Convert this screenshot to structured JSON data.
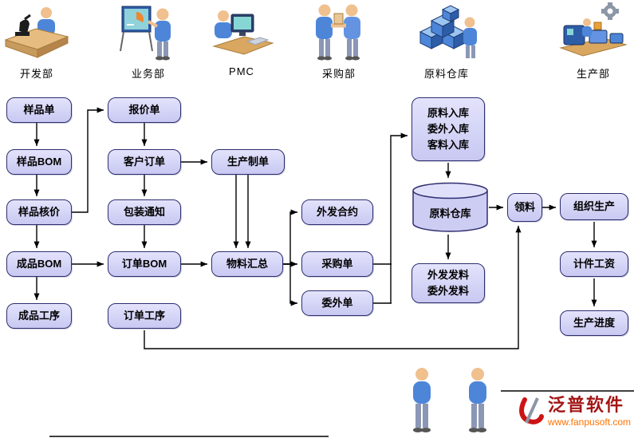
{
  "departments": [
    {
      "label": "开发部",
      "icon": "development-desk-icon"
    },
    {
      "label": "业务部",
      "icon": "business-presentation-icon"
    },
    {
      "label": "PMC",
      "icon": "pmc-computer-icon"
    },
    {
      "label": "采购部",
      "icon": "purchasing-handshake-icon"
    },
    {
      "label": "原料仓库",
      "icon": "warehouse-boxes-icon"
    },
    {
      "label": "生产部",
      "icon": "production-machines-icon"
    }
  ],
  "nodes": {
    "sample_order": "样品单",
    "quotation": "报价单",
    "inbound": "原料入库\n委外入库\n客料入库",
    "sample_bom": "样品BOM",
    "customer_order": "客户订单",
    "production_order": "生产制单",
    "sample_costing": "样品核价",
    "packing_notice": "包装通知",
    "outsource_contract": "外发合约",
    "material_warehouse": "原料仓库",
    "material_issue": "领料",
    "organize_production": "组织生产",
    "product_bom": "成品BOM",
    "order_bom": "订单BOM",
    "material_summary": "物料汇总",
    "purchase_order": "采购单",
    "piece_wage": "计件工资",
    "outsource_order": "委外单",
    "dispatch": "外发发料\n委外发料",
    "product_process": "成品工序",
    "order_process": "订单工序",
    "production_progress": "生产进度"
  },
  "edges": [
    {
      "from": "sample_order",
      "to": "sample_bom"
    },
    {
      "from": "sample_bom",
      "to": "sample_costing"
    },
    {
      "from": "sample_costing",
      "to": "quotation"
    },
    {
      "from": "sample_costing",
      "to": "product_bom"
    },
    {
      "from": "product_bom",
      "to": "product_process"
    },
    {
      "from": "product_bom",
      "to": "order_bom"
    },
    {
      "from": "quotation",
      "to": "customer_order"
    },
    {
      "from": "customer_order",
      "to": "packing_notice"
    },
    {
      "from": "customer_order",
      "to": "production_order"
    },
    {
      "from": "packing_notice",
      "to": "order_bom"
    },
    {
      "from": "order_bom",
      "to": "material_summary"
    },
    {
      "from": "production_order",
      "to": "material_summary"
    },
    {
      "from": "material_summary",
      "to": "outsource_contract"
    },
    {
      "from": "material_summary",
      "to": "purchase_order"
    },
    {
      "from": "material_summary",
      "to": "outsource_order"
    },
    {
      "from": "purchase_order",
      "to": "inbound"
    },
    {
      "from": "outsource_order",
      "to": "inbound"
    },
    {
      "from": "inbound",
      "to": "material_warehouse"
    },
    {
      "from": "material_warehouse",
      "to": "material_issue"
    },
    {
      "from": "material_issue",
      "to": "organize_production"
    },
    {
      "from": "material_warehouse",
      "to": "dispatch"
    },
    {
      "from": "organize_production",
      "to": "piece_wage"
    },
    {
      "from": "piece_wage",
      "to": "production_progress"
    },
    {
      "from": "order_process",
      "to": "material_issue"
    }
  ],
  "logo": {
    "brand": "泛普软件",
    "website": "www.fanpusoft.com"
  },
  "colors": {
    "node_fill": "#d2d2f8",
    "node_border": "#2e2e6e",
    "arrow": "#000000",
    "logo_red": "#a31616",
    "url_orange": "#ff7200"
  }
}
